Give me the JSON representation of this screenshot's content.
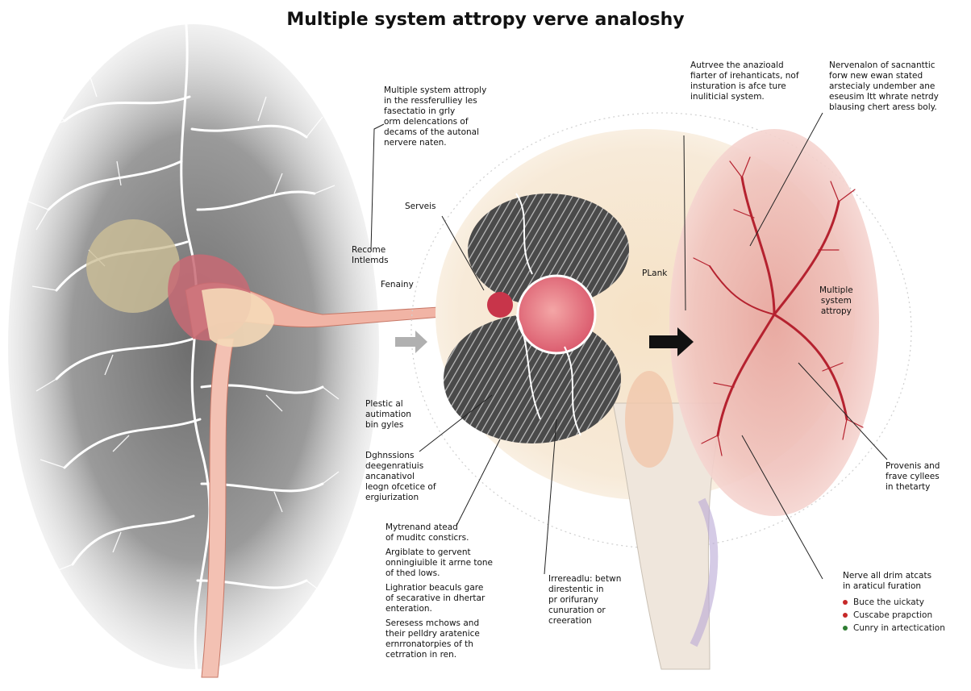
{
  "title": "Multiple system attropy verve analoshy",
  "labels": {
    "top_center": [
      "Multiple system attroply",
      "in the ressferulliey les",
      "fasectatio in grly",
      "orm delencations of",
      "decams of the autonal",
      "nervere naten."
    ],
    "top_right_a": [
      "Autrvee the anazioald",
      "fiarter of irehanticats, nof",
      "insturation is afce ture",
      "inuliticial system."
    ],
    "top_right_b": [
      "Nervenalon of sacnanttic",
      "forw new ewan stated",
      "arstecialy undember ane",
      "eseusim Itt whrate netrdy",
      "blausing chert aress boly."
    ],
    "serveis": "Serveis",
    "recome": [
      "Recome",
      "Intlemds"
    ],
    "fenainy": "Fenainy",
    "plank": "PLank",
    "multiple_system": [
      "Multiple",
      "system",
      "attropy"
    ],
    "plestic": [
      "Plestic al",
      "autimation",
      "bin gyles"
    ],
    "dghnssions": [
      "Dghnssions",
      "deegenratiuis",
      "ancanativol",
      "leogn ofcetice of",
      "ergiurization"
    ],
    "mytrenand": {
      "p1": [
        "Mytrenand atead",
        "of muditc consticrs."
      ],
      "p2": [
        "Argiblate to gervent",
        "onningiuible it arrne tone",
        "of thed lows."
      ],
      "p3": [
        "Lighratior beaculs gare",
        "of secarative in dhertar",
        "enteration."
      ],
      "p4": [
        "Seresess mchows and",
        "their pelldry aratenice",
        "ernrronatorpies of th",
        "cetrration in ren."
      ]
    },
    "irrereadlu": [
      "Irrereadlu: betwn",
      "direstentic in",
      "pr orifurany",
      "cunuration or",
      "creeration"
    ],
    "provenis": [
      "Provenis and",
      "frave cyllees",
      "in thetarty"
    ],
    "nerve_all": [
      "Nerve all drim atcats",
      "in araticul furation"
    ]
  },
  "key": [
    {
      "text": "Buce the uickaty",
      "color": "#c62828"
    },
    {
      "text": "Cuscabe prapction",
      "color": "#c62828"
    },
    {
      "text": "Cunry in artectication",
      "color": "#2e7d32"
    }
  ]
}
